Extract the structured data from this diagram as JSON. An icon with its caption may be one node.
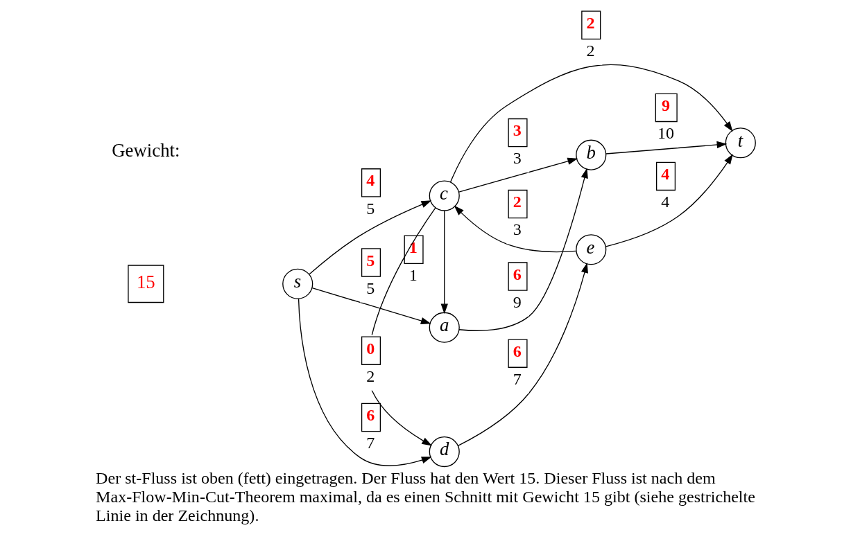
{
  "diagram": {
    "caption": "Der st-Fluss ist oben (fett) eingetragen. Der Fluss hat den Wert 15. Dieser Fluss ist nach dem Max-Flow-Min-Cut-Theorem maximal, da es einen Schnitt mit Gewicht 15 gibt (siehe gestrichelte Linie in der Zeichnung).",
    "nodes": [
      {
        "text": [
          "s"
        ]
      },
      {
        "text": [
          "a"
        ]
      },
      {
        "text": [
          "b"
        ]
      },
      {
        "text": [
          "c"
        ]
      },
      {
        "text": [
          "d"
        ]
      },
      {
        "text": [
          "e"
        ]
      },
      {
        "text": [
          "t"
        ]
      }
    ],
    "edges": [
      {
        "from": 0,
        "to": 1,
        "arrow": "to",
        "label": "5"
      },
      {
        "from": 1,
        "to": 2,
        "arrow": "to",
        "label": "9"
      },
      {
        "from": 2,
        "to": 6,
        "arrow": "to",
        "label": "10"
      },
      {
        "from": 3,
        "to": 1,
        "arrow": "to",
        "label": "1"
      },
      {
        "from": 3,
        "to": 2,
        "arrow": "to",
        "label": "3"
      },
      {
        "from": 0,
        "to": 3,
        "arrow": "to",
        "label": "5"
      },
      {
        "from": 3,
        "to": 6,
        "arrow": "to",
        "label": "2"
      },
      {
        "from": 0,
        "to": 4,
        "arrow": "to",
        "label": "7"
      },
      {
        "from": 3,
        "to": 4,
        "arrow": "to",
        "label": "2"
      },
      {
        "from": 5,
        "to": 3,
        "arrow": "to",
        "label": "3"
      },
      {
        "from": 4,
        "to": 5,
        "arrow": "to",
        "label": "7"
      },
      {
        "from": 5,
        "to": 6,
        "arrow": "to",
        "label": "4"
      }
    ],
    "labels": [
      "Gewicht:",
      "15",
      "5",
      "6",
      "9",
      "1",
      "3",
      "4",
      "2",
      "6",
      "0",
      "2",
      "6",
      "4"
    ]
  }
}
